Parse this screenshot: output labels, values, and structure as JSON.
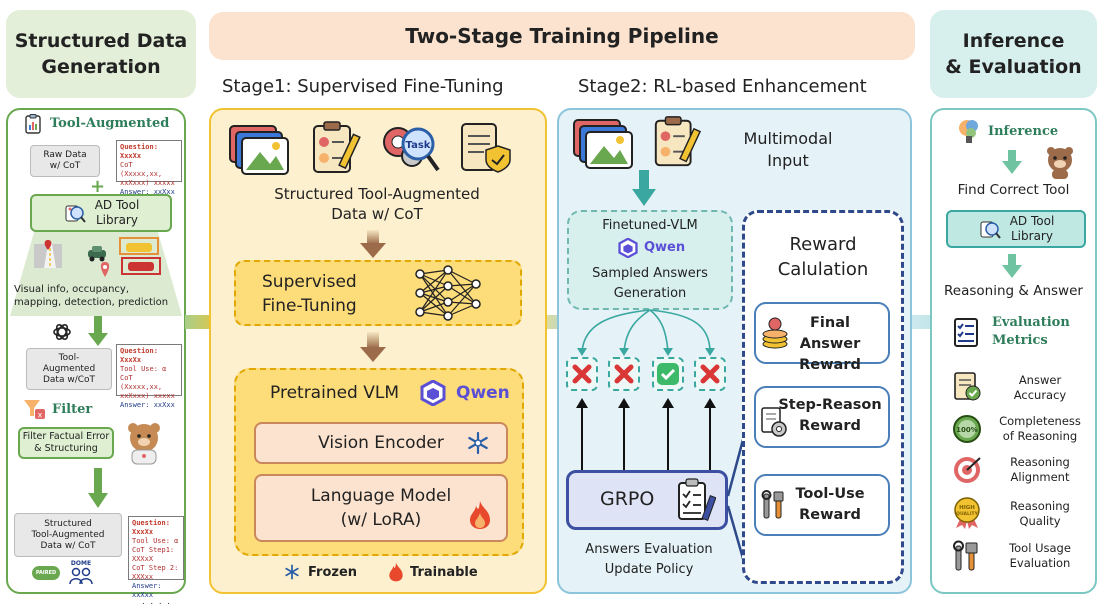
{
  "headers": {
    "left": "Structured Data\nGeneration",
    "middle": "Two-Stage Training Pipeline",
    "right": "Inference\n& Evaluation"
  },
  "left": {
    "tool_augmented": "Tool-Augmented",
    "raw_data": "Raw Data\nw/ CoT",
    "plus": "+",
    "ad_tool_library": "AD Tool\nLibrary",
    "visual_info": "Visual info, occupancy,\nmapping, detection, prediction",
    "tool_aug_data": "Tool-\nAugmented\nData w/CoT",
    "filter": "Filter",
    "filter_box": "Filter Factual Error\n& Structuring",
    "structured_data": "Structured\nTool-Augmented\nData w/ CoT",
    "note1": {
      "q": "Question: XxxXx",
      "l2": "CoT (Xxxxx,xx,",
      "l3": "xxXxxx) xxxxx",
      "l4": "Answer: xxXxx",
      "l5": "· · · ·"
    },
    "note2": {
      "q": "Question: XxxXx",
      "l2": "Tool Use: α",
      "l3": "CoT (Xxxxx,xx,",
      "l4": "xxXxxx) xxxxx",
      "l5": "Answer: xxXxx"
    },
    "note3": {
      "q": "Question: XxxXx",
      "l2": "Tool Use: α",
      "l3": "CoT Step1: XXXxX",
      "l4": "CoT Step 2: XXXxx",
      "l5": "Answer: xxXxx",
      "l6": "· · · ·"
    },
    "logos": {
      "pairs": "PAIRED",
      "dome": "DOME"
    }
  },
  "stage1": {
    "title": "Stage1: Supervised Fine-Tuning",
    "data_label": "Structured Tool-Augmented\nData w/ CoT",
    "task_icon_text": "Task",
    "sft": "Supervised\nFine-Tuning",
    "pretrained": "Pretrained VLM",
    "qwen": "Qwen",
    "vision_encoder": "Vision Encoder",
    "language_model": "Language Model\n(w/ LoRA)",
    "frozen": "Frozen",
    "trainable": "Trainable"
  },
  "stage2": {
    "title": "Stage2: RL-based Enhancement",
    "multimodal": "Multimodal\nInput",
    "finetuned": "Finetuned-VLM",
    "qwen": "Qwen",
    "sampled": "Sampled Answers\nGeneration",
    "grpo": "GRPO",
    "answers_eval": "Answers Evaluation\nUpdate Policy",
    "reward_title": "Reward\nCalulation",
    "rewards": [
      "Final Answer\nReward",
      "Step-Reason\nReward",
      "Tool-Use\nReward"
    ],
    "samples": [
      "wrong",
      "wrong",
      "correct",
      "wrong"
    ]
  },
  "right": {
    "inference": "Inference",
    "find_tool": "Find Correct Tool",
    "ad_tool_library": "AD Tool\nLibrary",
    "reasoning_answer": "Reasoning & Answer",
    "eval_metrics": "Evaluation\nMetrics",
    "metrics": [
      "Answer\nAccuracy",
      "Completeness\nof Reasoning",
      "Reasoning\nAlignment",
      "Reasoning\nQuality",
      "Tool Usage\nEvaluation"
    ],
    "quality_badge": "HIGH\nQUALITY",
    "pct_badge": "100%"
  },
  "colors": {
    "green_header": "#e3efd8",
    "peach_header": "#fbe3cf",
    "teal_header": "#d7f0ee",
    "stage1_bg": "#fdf0cf",
    "stage2_bg": "#e5f3f8",
    "sft_yellow": "#fddc7a",
    "brown_arrow": "#9c6b4a",
    "reward_blue": "#2f4a8a"
  }
}
